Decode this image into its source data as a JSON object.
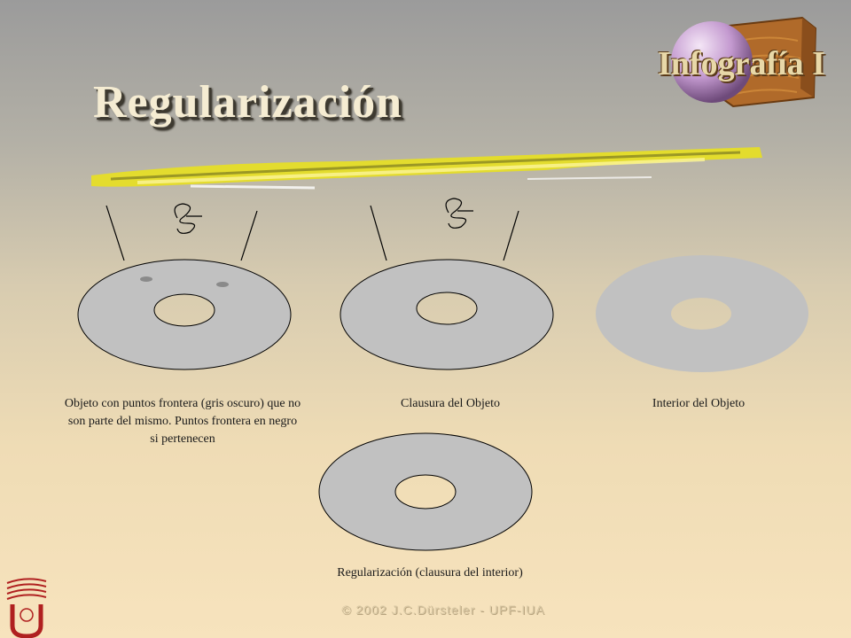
{
  "slide": {
    "title": "Regularización",
    "logo_text": "Infografía I",
    "copyright": "© 2002 J.C.Dürsteler - UPF-IUA"
  },
  "captions": {
    "boundary_object": "Objeto con puntos frontera (gris oscuro) que no son parte del mismo. Puntos frontera en negro si pertenecen",
    "closure": "Clausura del Objeto",
    "interior": "Interior del Objeto",
    "regularization": "Regularización (clausura del interior)"
  },
  "colors": {
    "disk_fill": "#c1c1c1",
    "disk_outline": "#000000",
    "boundary_point": "#8a8a8a",
    "highlight": "#e8e020"
  }
}
